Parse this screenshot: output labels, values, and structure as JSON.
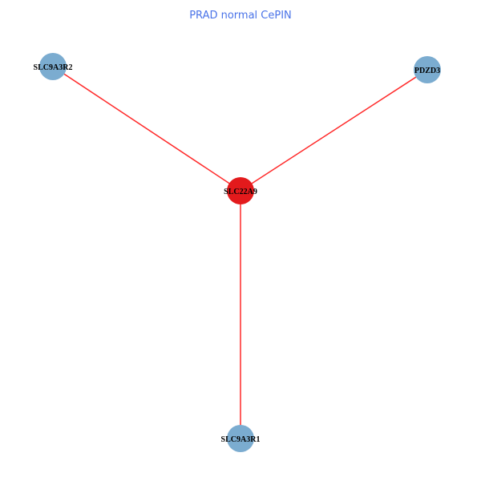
{
  "title": "PRAD normal CePIN",
  "colors": {
    "center_node": "#e31a1c",
    "neighbor_node": "#7bacd0",
    "edge": "#ff2a2a",
    "title": "#4a73e8"
  },
  "nodes": [
    {
      "id": "SLC22A9",
      "role": "center"
    },
    {
      "id": "SLC9A3R2",
      "role": "neighbor"
    },
    {
      "id": "PDZD3",
      "role": "neighbor"
    },
    {
      "id": "SLC9A3R1",
      "role": "neighbor"
    }
  ],
  "edges": [
    {
      "source": "SLC22A9",
      "target": "SLC9A3R2"
    },
    {
      "source": "SLC22A9",
      "target": "PDZD3"
    },
    {
      "source": "SLC22A9",
      "target": "SLC9A3R1"
    }
  ]
}
